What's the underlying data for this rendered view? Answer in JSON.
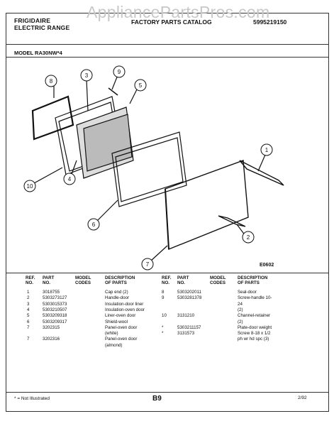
{
  "watermark": "AppliancePartsPros.com",
  "header": {
    "brand": "FRIGIDAIRE",
    "product": "ELECTRIC RANGE",
    "catalog": "FACTORY PARTS CATALOG",
    "catalog_no": "5995219150"
  },
  "model": "MODEL  RA30NW*4",
  "diagram": {
    "callouts": [
      "8",
      "3",
      "9",
      "5",
      "1",
      "10",
      "4",
      "6",
      "2",
      "7"
    ],
    "code": "E0602"
  },
  "table": {
    "headers": {
      "ref": "REF.\nNO.",
      "part": "PART\nNO.",
      "model": "MODEL\nCODES",
      "desc": "DESCRIPTION\nOF PARTS"
    },
    "left_rows": [
      {
        "ref": "1",
        "part": "3018755",
        "desc": "Cap end (2)"
      },
      {
        "ref": "2",
        "part": "5303273127",
        "desc": "Handle-door"
      },
      {
        "ref": "3",
        "part": "5303015373",
        "desc": "Insulation-door liner"
      },
      {
        "ref": "4",
        "part": "5303210507",
        "desc": "Insulation-oven door"
      },
      {
        "ref": "5",
        "part": "5303209318",
        "desc": "Liner-oven door"
      },
      {
        "ref": "6",
        "part": "5303209317",
        "desc": "Shield-wool"
      },
      {
        "ref": "7",
        "part": "3202315",
        "desc": "Panel-oven door"
      },
      {
        "ref": "",
        "part": "",
        "desc": "(white)"
      },
      {
        "ref": "7",
        "part": "3202316",
        "desc": "Panel-oven door"
      },
      {
        "ref": "",
        "part": "",
        "desc": "(almond)"
      }
    ],
    "right_rows": [
      {
        "ref": "8",
        "part": "5303202011",
        "desc": "Seal-door"
      },
      {
        "ref": "9",
        "part": "5303281378",
        "desc": "Screw-handle 10-"
      },
      {
        "ref": "",
        "part": "",
        "desc": "24"
      },
      {
        "ref": "",
        "part": "",
        "desc": "(2)"
      },
      {
        "ref": "10",
        "part": "3131210",
        "desc": "Channel-retainer"
      },
      {
        "ref": "",
        "part": "",
        "desc": "(2)"
      },
      {
        "ref": "*",
        "part": "5303211157",
        "desc": "Plate-door weight"
      },
      {
        "ref": "*",
        "part": "3131573",
        "desc": "Screw 8-18 x 1/2"
      },
      {
        "ref": "",
        "part": "",
        "desc": "ph wr hd spc (3)"
      }
    ]
  },
  "footer": {
    "note": "* = Not Illustrated",
    "page": "B9",
    "date": "2/92"
  }
}
